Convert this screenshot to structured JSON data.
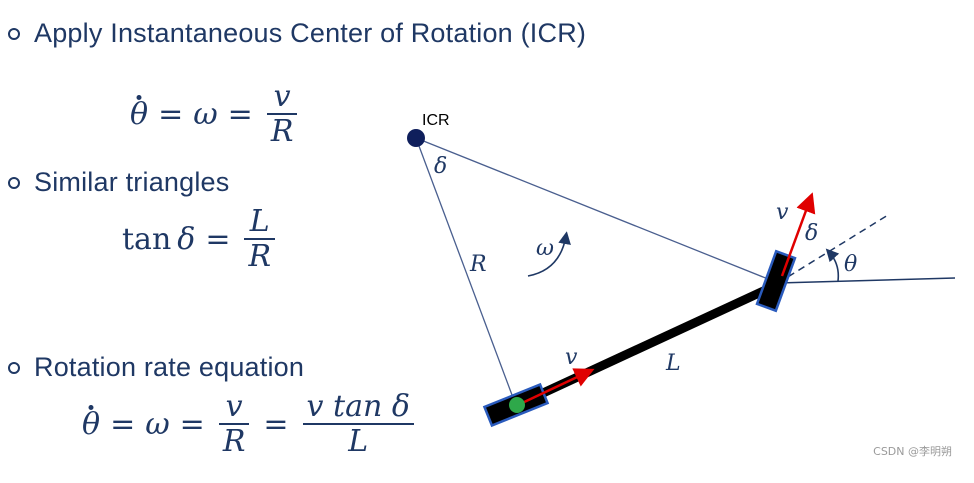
{
  "bullets": {
    "b1": "Apply Instantaneous Center of Rotation (ICR)",
    "b2": "Similar triangles",
    "b3": "Rotation rate equation"
  },
  "eq1": {
    "lhs": "θ",
    "omega": "ω",
    "num": "v",
    "den": "R"
  },
  "eq2": {
    "fn": "tan",
    "arg": "δ",
    "num": "L",
    "den": "R"
  },
  "eq3": {
    "lhs": "θ",
    "omega": "ω",
    "num1": "v",
    "den1": "R",
    "num2": "v tan δ",
    "den2": "L"
  },
  "diagram": {
    "icr_label": "ICR",
    "delta_at_icr": "δ",
    "r_label": "R",
    "omega_label": "ω",
    "l_label": "L",
    "v_rear": "v",
    "v_front": "v",
    "delta_front": "δ",
    "theta_label": "θ"
  },
  "colors": {
    "navy": "#1f3864",
    "red": "#e00000",
    "green": "#2ea84a",
    "line": "#4a5f8f"
  },
  "watermark": "CSDN @李明朔"
}
